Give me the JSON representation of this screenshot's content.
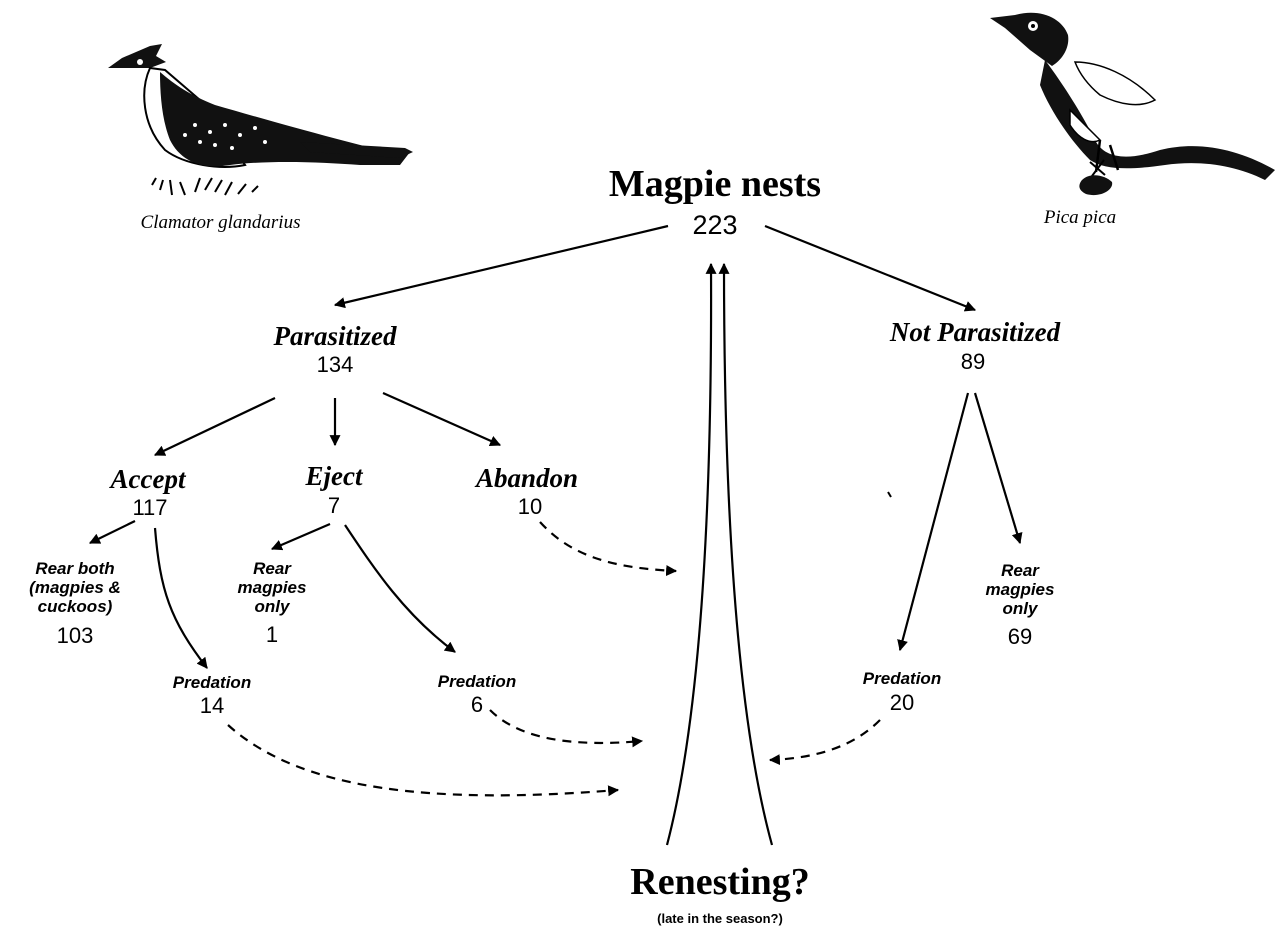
{
  "species": {
    "cuckoo": "Clamator glandarius",
    "magpie": "Pica pica"
  },
  "root": {
    "label": "Magpie nests",
    "count": "223"
  },
  "parasitized": {
    "label": "Parasitized",
    "count": "134"
  },
  "not_parasitized": {
    "label": "Not Parasitized",
    "count": "89"
  },
  "accept": {
    "label": "Accept",
    "count": "117"
  },
  "eject": {
    "label": "Eject",
    "count": "7"
  },
  "abandon": {
    "label": "Abandon",
    "count": "10"
  },
  "rear_both": {
    "label": "Rear both\n(magpies &\ncuckoos)",
    "count": "103"
  },
  "rear_eject": {
    "label": "Rear\nmagpies\nonly",
    "count": "1"
  },
  "rear_np": {
    "label": "Rear\nmagpies\nonly",
    "count": "69"
  },
  "predation_accept": {
    "label": "Predation",
    "count": "14"
  },
  "predation_eject": {
    "label": "Predation",
    "count": "6"
  },
  "predation_np": {
    "label": "Predation",
    "count": "20"
  },
  "renesting": {
    "label": "Renesting?",
    "note": "(late in the season?)"
  },
  "illustrations": {
    "left": "cuckoo-bird-drawing",
    "right": "magpie-bird-drawing"
  }
}
